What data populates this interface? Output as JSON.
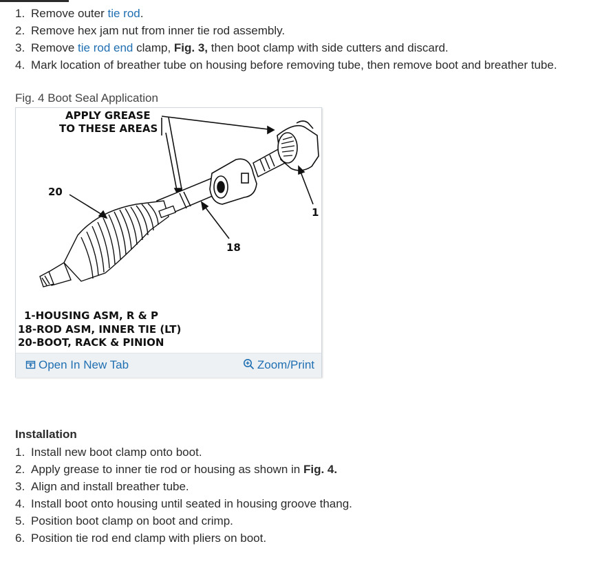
{
  "removal": {
    "steps": [
      {
        "num": "1.",
        "pre": "Remove outer ",
        "link": "tie rod",
        "post": "."
      },
      {
        "num": "2.",
        "text": "Remove hex jam nut from inner tie rod assembly."
      },
      {
        "num": "3.",
        "pre": "Remove ",
        "link": "tie rod end",
        "mid": " clamp, ",
        "bold": "Fig. 3,",
        "post": " then boot clamp with side cutters and discard."
      },
      {
        "num": "4.",
        "text": "Mark location of breather tube on housing before removing tube, then remove boot and breather tube."
      }
    ]
  },
  "figure": {
    "caption": "Fig. 4 Boot Seal Application",
    "labels": {
      "apply_line1": "APPLY GREASE",
      "apply_line2": "TO THESE AREAS",
      "callout_20": "20",
      "callout_18": "18",
      "callout_1": "1",
      "legend_1": "1-HOUSING ASM, R & P",
      "legend_2": "18-ROD ASM, INNER TIE (LT)",
      "legend_3": "20-BOOT, RACK & PINION"
    },
    "open_tab_label": "Open In New Tab",
    "zoom_label": "Zoom/Print"
  },
  "installation": {
    "heading": "Installation",
    "steps": [
      {
        "num": "1.",
        "text": "Install new boot clamp onto boot."
      },
      {
        "num": "2.",
        "pre": "Apply grease to inner tie rod or housing as shown in ",
        "bold": "Fig. 4."
      },
      {
        "num": "3.",
        "text": "Align and install breather tube."
      },
      {
        "num": "4.",
        "text": "Install boot onto housing until seated in housing groove thang."
      },
      {
        "num": "5.",
        "text": "Position boot clamp on boot and crimp."
      },
      {
        "num": "6.",
        "text": "Position tie rod end clamp with pliers on boot."
      }
    ]
  },
  "colors": {
    "link": "#1f6fb2",
    "text": "#2b2b2b",
    "toolbar_bg": "#eef1f4"
  }
}
